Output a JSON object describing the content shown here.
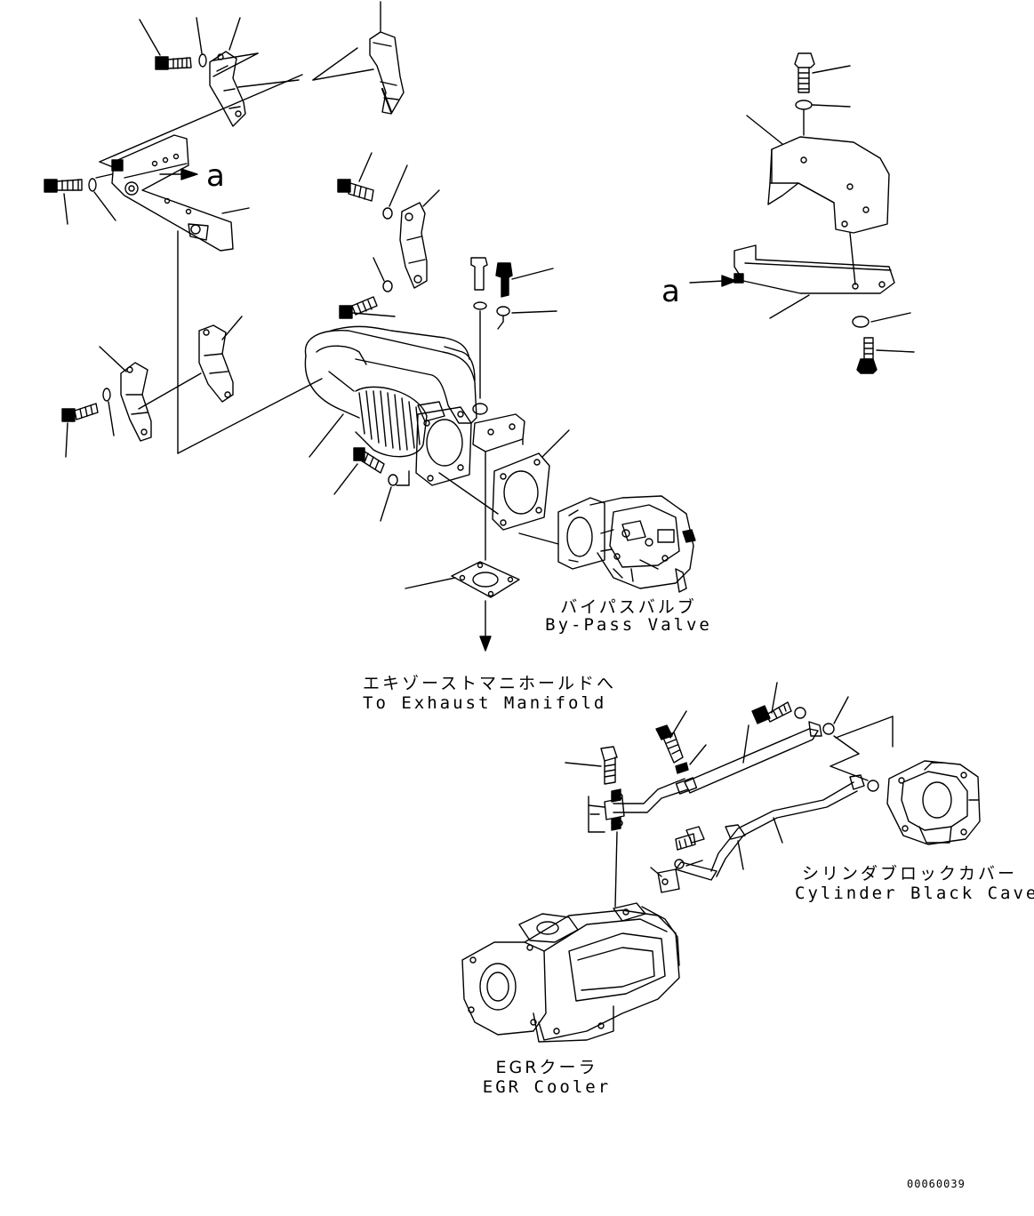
{
  "diagram": {
    "reference_mark": "a",
    "labels": {
      "bypass_valve_jp": "バイパスバルブ",
      "bypass_valve_en": "By-Pass Valve",
      "exhaust_manifold_jp": "エキゾーストマニホールドへ",
      "exhaust_manifold_en": "To Exhaust Manifold",
      "cylinder_cover_jp": "シリンダブロックカバー",
      "cylinder_cover_en": "Cylinder Black Caver",
      "egr_cooler_jp": "EGRクーラ",
      "egr_cooler_en": "EGR Cooler"
    },
    "document_number": "00060039"
  }
}
